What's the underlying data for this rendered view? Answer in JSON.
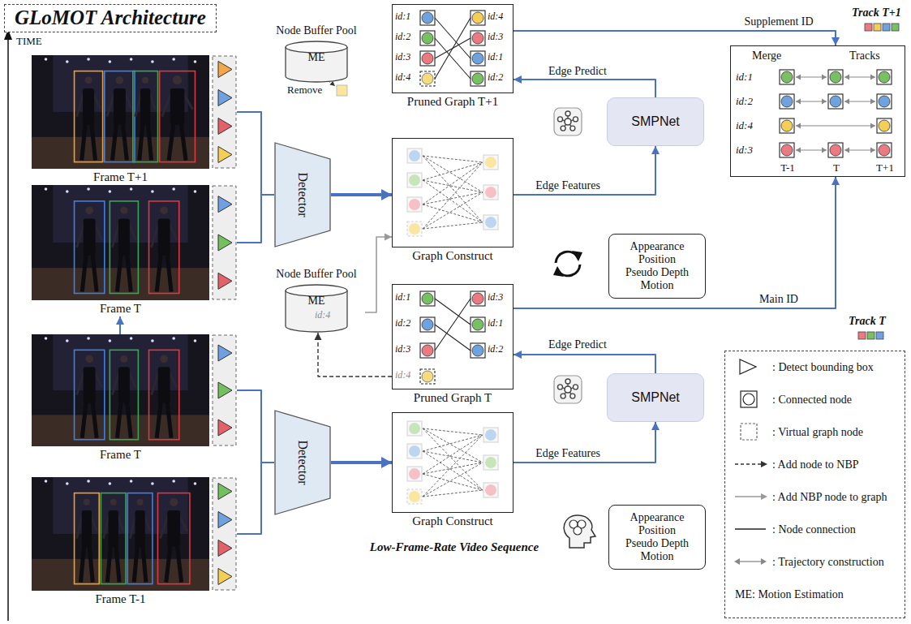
{
  "diagram": {
    "title": "GLoMOT Architecture",
    "nodes": [
      {
        "text": [
          "Frame T+1"
        ]
      },
      {
        "text": [
          "Frame T"
        ]
      },
      {
        "text": [
          "Frame T"
        ]
      },
      {
        "text": [
          "Frame T-1"
        ]
      },
      {
        "text": [
          "Detector"
        ]
      },
      {
        "text": [
          "Detector"
        ]
      },
      {
        "text": [
          "Node Buffer Pool",
          "ME"
        ]
      },
      {
        "text": [
          "Pruned Graph T+1",
          "id:1",
          "id:2",
          "id:3",
          "id:4",
          "id:4",
          "id:3",
          "id:1",
          "id:2"
        ]
      },
      {
        "text": [
          "Graph Construct"
        ]
      },
      {
        "text": [
          "SMPNet"
        ]
      },
      {
        "text": [
          "Appearance",
          "Position",
          "Pseudo Depth",
          "Motion"
        ]
      },
      {
        "text": [
          "Merge",
          "Tracks",
          "id:1",
          "id:2",
          "id:4",
          "id:3",
          "T-1",
          "T",
          "T+1"
        ]
      },
      {
        "text": [
          "Node Buffer Pool",
          "ME",
          "id:4"
        ]
      },
      {
        "text": [
          "Pruned Graph T",
          "id:1",
          "id:2",
          "id:3",
          "id:4",
          "id:3",
          "id:1",
          "id:2"
        ]
      },
      {
        "text": [
          "Graph Construct"
        ]
      },
      {
        "text": [
          "SMPNet"
        ]
      },
      {
        "text": [
          "Appearance",
          "Position",
          "Pseudo Depth",
          "Motion"
        ]
      }
    ],
    "edges": [
      {
        "from": 0,
        "to": 4,
        "arrow": "none"
      },
      {
        "from": 1,
        "to": 4,
        "arrow": "none"
      },
      {
        "from": 2,
        "to": 1,
        "arrow": "to"
      },
      {
        "from": 2,
        "to": 5,
        "arrow": "none"
      },
      {
        "from": 3,
        "to": 5,
        "arrow": "none"
      },
      {
        "from": 4,
        "to": 8,
        "arrow": "to"
      },
      {
        "from": 5,
        "to": 14,
        "arrow": "to"
      },
      {
        "from": 8,
        "to": 9,
        "label": "Edge Features",
        "arrow": "to"
      },
      {
        "from": 9,
        "to": 7,
        "label": "Edge Predict",
        "arrow": "to"
      },
      {
        "from": 14,
        "to": 15,
        "label": "Edge Features",
        "arrow": "to"
      },
      {
        "from": 15,
        "to": 13,
        "label": "Edge Predict",
        "arrow": "to"
      },
      {
        "from": 7,
        "to": 11,
        "label": "Supplement ID",
        "arrow": "to"
      },
      {
        "from": 13,
        "to": 11,
        "label": "Main ID",
        "arrow": "to"
      },
      {
        "from": 13,
        "to": 12,
        "arrow": "to"
      },
      {
        "from": 12,
        "to": 8,
        "arrow": "to"
      }
    ],
    "labels": [
      "TIME",
      "Remove",
      "Track T+1",
      "Track T",
      "Low-Frame-Rate Video Sequence"
    ],
    "legend": [
      {
        "text": ": Detect bounding box"
      },
      {
        "text": ": Connected node"
      },
      {
        "text": ": Virtual graph node"
      },
      {
        "text": ": Add node to NBP"
      },
      {
        "text": ": Add NBP node to graph"
      },
      {
        "text": ": Node connection"
      },
      {
        "text": ": Trajectory construction"
      },
      {
        "text": "ME: Motion Estimation"
      }
    ]
  }
}
